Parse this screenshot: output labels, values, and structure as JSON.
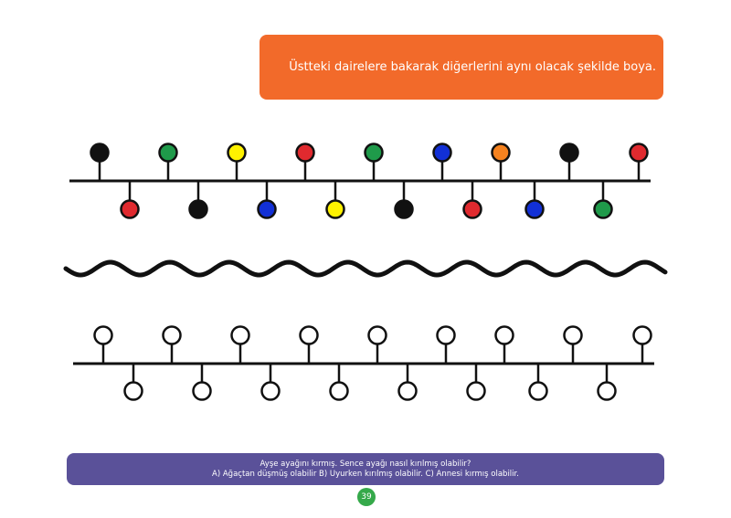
{
  "instruction": "Üstteki dairelere bakarak diğerlerini aynı olacak şekilde boya.",
  "question": {
    "line1": "Ayşe ayağını kırmış. Sence ayağı nasıl kırılmış olabilir?",
    "line2": "A) Ağaçtan düşmüş olabilir B) Uyurken kırılmış olabilir. C) Annesi kırmış olabilir."
  },
  "page_number": "39",
  "colors": {
    "black": "#111111",
    "green": "#1f9a4a",
    "yellow": "#fff200",
    "red": "#e02a2f",
    "blue": "#1230d6",
    "orange": "#f5821f",
    "empty": "#ffffff"
  },
  "pattern_example": {
    "top": [
      "black",
      "green",
      "yellow",
      "red",
      "green",
      "blue",
      "orange",
      "black",
      "red"
    ],
    "bottom": [
      "red",
      "black",
      "blue",
      "yellow",
      "black",
      "red",
      "blue",
      "green"
    ]
  },
  "pattern_blank": {
    "top": [
      "empty",
      "empty",
      "empty",
      "empty",
      "empty",
      "empty",
      "empty",
      "empty",
      "empty"
    ],
    "bottom": [
      "empty",
      "empty",
      "empty",
      "empty",
      "empty",
      "empty",
      "empty",
      "empty"
    ]
  }
}
